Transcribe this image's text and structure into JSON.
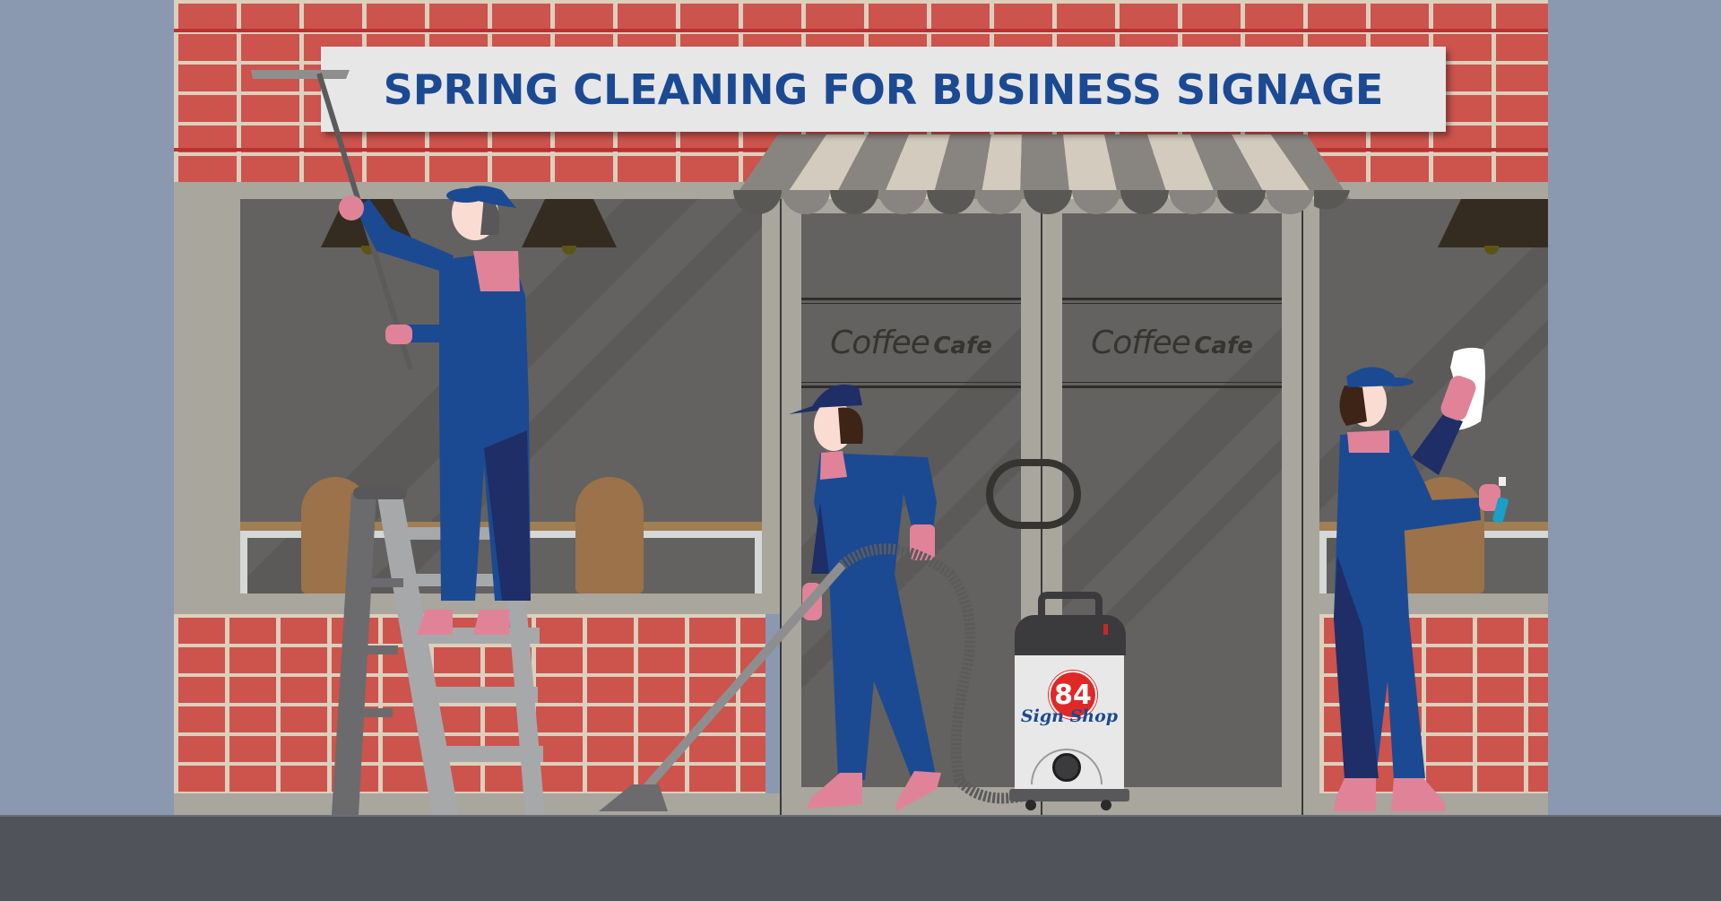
{
  "scene": {
    "title": "Spring cleaning storefront illustration",
    "colors": {
      "sky": "#8a99b0",
      "ground": "#51535b",
      "brick": "#cd534d",
      "mortar": "#dcd0bd",
      "frame": "#a8a69d",
      "glass": "#636260",
      "sign_bg": "#e7e7e8",
      "sign_text": "#1b4a93",
      "uniform_blue": "#1b4a93",
      "uniform_dark": "#1f2e66",
      "pink": "#e08399",
      "awning_dark": "#888580",
      "awning_light": "#d2cbbe",
      "lamp": "#342c20",
      "chair": "#9b7249"
    }
  },
  "sign": {
    "headline": "SPRING CLEANING FOR BUSINESS SIGNAGE"
  },
  "doors": {
    "left": {
      "decal_script": "Coffee",
      "decal_bold": "Cafe"
    },
    "right": {
      "decal_script": "Coffee",
      "decal_bold": "Cafe"
    }
  },
  "vacuum": {
    "logo_number": "84",
    "logo_text": "Sign Shop"
  },
  "characters": [
    {
      "role": "window-squeegee-worker",
      "tool": "squeegee on ladder"
    },
    {
      "role": "vacuum-worker",
      "tool": "vacuum cleaner"
    },
    {
      "role": "window-wiping-worker",
      "tool": "cloth and spray bottle"
    }
  ]
}
